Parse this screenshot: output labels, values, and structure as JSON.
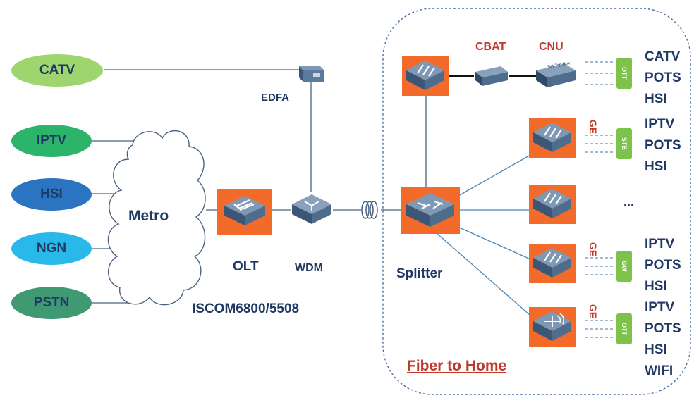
{
  "services_left": [
    {
      "label": "CATV",
      "color": "#9fd56f"
    },
    {
      "label": "IPTV",
      "color": "#2cb46b"
    },
    {
      "label": "HSI",
      "color": "#2b74c2"
    },
    {
      "label": "NGN",
      "color": "#29b8ea"
    },
    {
      "label": "PSTN",
      "color": "#3f9a74"
    }
  ],
  "cloud_label": "Metro",
  "edfa_label": "EDFA",
  "olt_label": "OLT",
  "wdm_label": "WDM",
  "model_label": "ISCOM6800/5508",
  "splitter_label": "Splitter",
  "cbat_label": "CBAT",
  "cnu_label": "CNU",
  "cnu_device_text": "Set Top Box",
  "ge_label": "GE",
  "ellipsis": "...",
  "fiber_to_home": "Fiber to Home",
  "badges": [
    "OTT",
    "STB",
    "GW",
    "OTT"
  ],
  "endpoint_groups": [
    [
      "CATV",
      "POTS",
      "HSI"
    ],
    [
      "IPTV",
      "POTS",
      "HSI"
    ],
    [
      "IPTV",
      "POTS",
      "HSI"
    ],
    [
      "IPTV",
      "POTS",
      "HSI",
      "WIFI"
    ]
  ],
  "colors": {
    "navy": "#1f3864",
    "accent_red": "#c0392b",
    "device_orange": "#f26b2a",
    "device_slate": "#4e6d8c",
    "badge_green": "#7dc24b"
  }
}
